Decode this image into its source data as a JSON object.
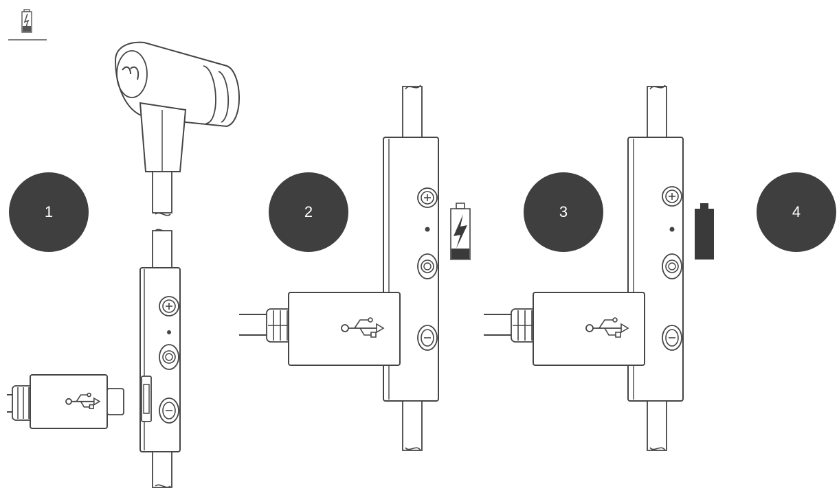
{
  "header": {
    "icon": "battery-charging-icon"
  },
  "steps": [
    {
      "number": "1",
      "illustration": "earbud-and-usb-plug-icon"
    },
    {
      "number": "2",
      "illustration": "remote-charging-battery-icon"
    },
    {
      "number": "3",
      "illustration": "remote-charged-battery-icon"
    },
    {
      "number": "4",
      "illustration": ""
    }
  ],
  "colors": {
    "badge": "#3f3f3f",
    "line": "#555555",
    "battery_fill": "#3a3a3a"
  }
}
